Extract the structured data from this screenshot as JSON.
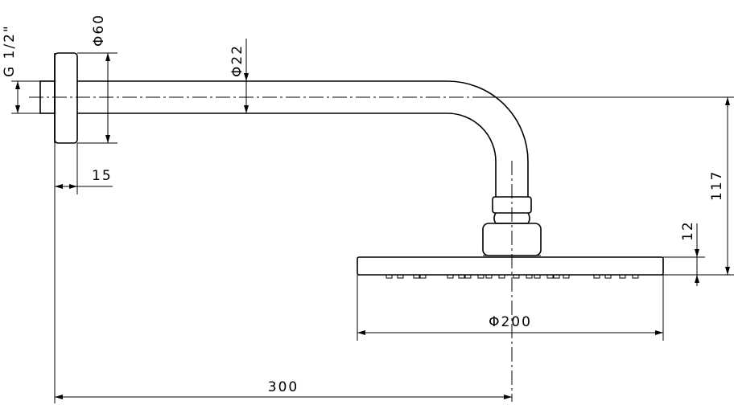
{
  "dimensions": {
    "thread": "G 1/2\"",
    "flange_diameter": "Φ60",
    "arm_diameter": "Φ22",
    "flange_thickness": "15",
    "drop_height": "117",
    "head_thickness": "12",
    "head_diameter": "Φ200",
    "arm_reach": "300"
  }
}
